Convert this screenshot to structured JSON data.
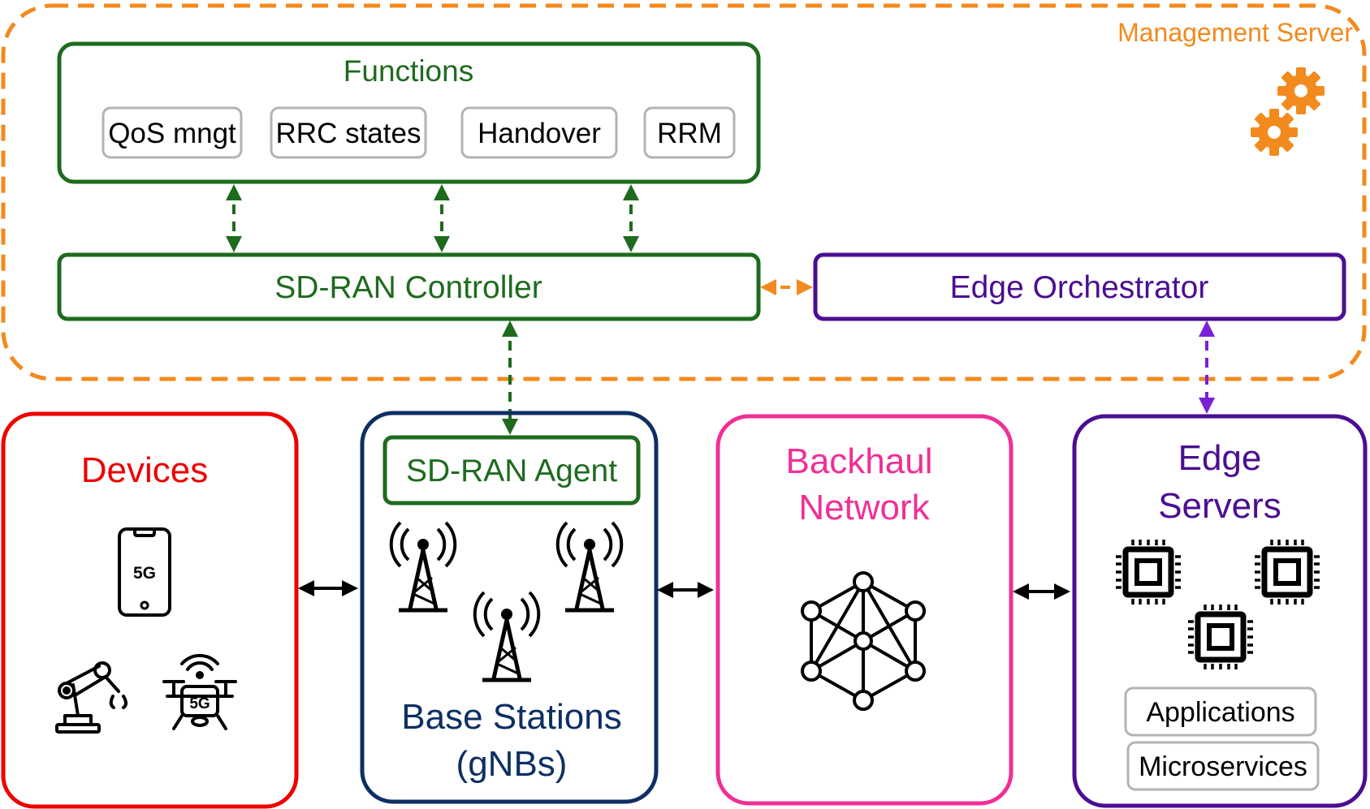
{
  "management": {
    "label": "Management Server",
    "color": "#f28a1e"
  },
  "functions": {
    "title": "Functions",
    "items": [
      "QoS mngt",
      "RRC states",
      "Handover",
      "RRM"
    ],
    "color": "#1e6b1e"
  },
  "controller": {
    "label": "SD-RAN Controller",
    "color": "#1e6b1e"
  },
  "orchestrator": {
    "label": "Edge Orchestrator",
    "color": "#4b0e91"
  },
  "devices": {
    "title": "Devices",
    "color": "#ee0000",
    "icons": [
      "smartphone-5g-icon",
      "robot-arm-icon",
      "drone-5g-icon"
    ],
    "phone_badge": "5G",
    "drone_badge": "5G"
  },
  "base_stations": {
    "agent_label": "SD-RAN Agent",
    "title_line1": "Base Stations",
    "title_line2": "(gNBs)",
    "color": "#0d2f63",
    "icons": [
      "antenna-tower-icon",
      "antenna-tower-icon",
      "antenna-tower-icon"
    ]
  },
  "backhaul": {
    "title_line1": "Backhaul",
    "title_line2": "Network",
    "color": "#f02f97",
    "icons": [
      "mesh-network-icon"
    ]
  },
  "edge_servers": {
    "title_line1": "Edge",
    "title_line2": "Servers",
    "color": "#4b0e91",
    "items": [
      "Applications",
      "Microservices"
    ],
    "icons": [
      "cpu-chip-icon",
      "cpu-chip-icon",
      "cpu-chip-icon"
    ]
  },
  "colors": {
    "black": "#000000",
    "gray_border": "#b3b3b3"
  }
}
